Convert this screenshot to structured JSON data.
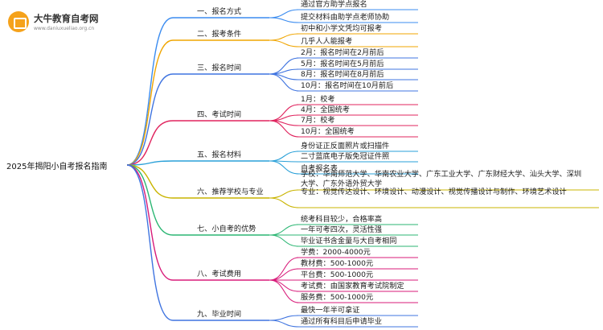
{
  "brand": {
    "name": "大牛教育自考网",
    "url": "www.daniuxueliao.org.cn"
  },
  "root": "2025年揭阳小自考报名指南",
  "branches": [
    {
      "label": "一、报名方式",
      "color": "#3b8cf0",
      "leaves": [
        "通过官方助学点报名",
        "提交材料由助学点老师协助"
      ]
    },
    {
      "label": "二、报考条件",
      "color": "#f0a500",
      "leaves": [
        "初中和小学文凭均可报考",
        "几乎人人能报考"
      ]
    },
    {
      "label": "三、报名时间",
      "color": "#3f74e0",
      "leaves": [
        "2月：报名时间在2月前后",
        "5月：报名时间在5月前后",
        "8月：报名时间在8月前后",
        "10月：报名时间在10月前后"
      ]
    },
    {
      "label": "四、考试时间",
      "color": "#e0245e",
      "leaves": [
        "1月：校考",
        "4月：全国统考",
        "7月：校考",
        "10月：全国统考"
      ]
    },
    {
      "label": "五、报名材料",
      "color": "#2aa0d8",
      "leaves": [
        "身份证正反面照片或扫描件",
        "二寸蓝底电子版免冠证件照",
        "自考报名表"
      ]
    },
    {
      "label": "六、推荐学校与专业",
      "color": "#c9b400",
      "leaves": [
        "学校：华南师范大学、华南农业大学、广东工业大学、广东财经大学、汕头大学、深圳大学、广东外语外贸大学",
        "专业：视觉传达设计、环境设计、动漫设计、视觉传播设计与制作、环境艺术设计"
      ]
    },
    {
      "label": "七、小自考的优势",
      "color": "#2bb673",
      "leaves": [
        "统考科目较少，合格率高",
        "一年可考四次，灵活性强",
        "毕业证书含金量与大自考相同"
      ]
    },
    {
      "label": "八、考试费用",
      "color": "#d81b7a",
      "leaves": [
        "学费：2000-4000元",
        "教材费：500-1000元",
        "平台费：500-1000元",
        "考试费：由国家教育考试院制定",
        "服务费：500-1000元"
      ]
    },
    {
      "label": "九、毕业时间",
      "color": "#3f74e0",
      "leaves": [
        "最快一年半可拿证",
        "通过所有科目后申请毕业"
      ]
    }
  ]
}
